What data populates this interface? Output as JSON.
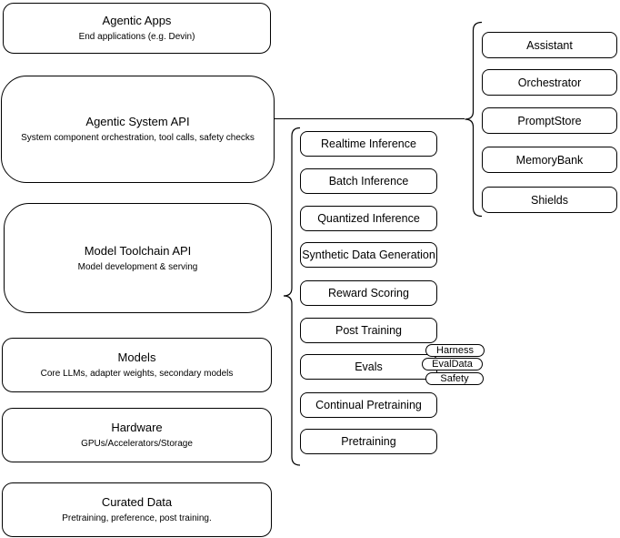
{
  "left_column": {
    "boxes": [
      {
        "title": "Agentic Apps",
        "subtitle": "End applications (e.g. Devin)"
      },
      {
        "title": "Agentic System API",
        "subtitle": "System component orchestration, tool calls, safety checks"
      },
      {
        "title": "Model Toolchain API",
        "subtitle": "Model development & serving"
      },
      {
        "title": "Models",
        "subtitle": "Core LLMs, adapter weights, secondary models"
      },
      {
        "title": "Hardware",
        "subtitle": "GPUs/Accelerators/Storage"
      },
      {
        "title": "Curated Data",
        "subtitle": "Pretraining, preference, post training."
      }
    ]
  },
  "toolchain_services": {
    "items": [
      {
        "label": "Realtime Inference"
      },
      {
        "label": "Batch Inference"
      },
      {
        "label": "Quantized Inference"
      },
      {
        "label": "Synthetic Data Generation"
      },
      {
        "label": "Reward Scoring"
      },
      {
        "label": "Post Training"
      },
      {
        "label": "Evals"
      },
      {
        "label": "Continual Pretraining"
      },
      {
        "label": "Pretraining"
      }
    ],
    "evals_tags": [
      {
        "label": "Harness"
      },
      {
        "label": "EvalData"
      },
      {
        "label": "Safety"
      }
    ]
  },
  "agentic_components": {
    "items": [
      {
        "label": "Assistant"
      },
      {
        "label": "Orchestrator"
      },
      {
        "label": "PromptStore"
      },
      {
        "label": "MemoryBank"
      },
      {
        "label": "Shields"
      }
    ]
  },
  "colors": {
    "stroke": "#000000",
    "fill": "#ffffff",
    "text": "#000000",
    "background": "#ffffff"
  }
}
